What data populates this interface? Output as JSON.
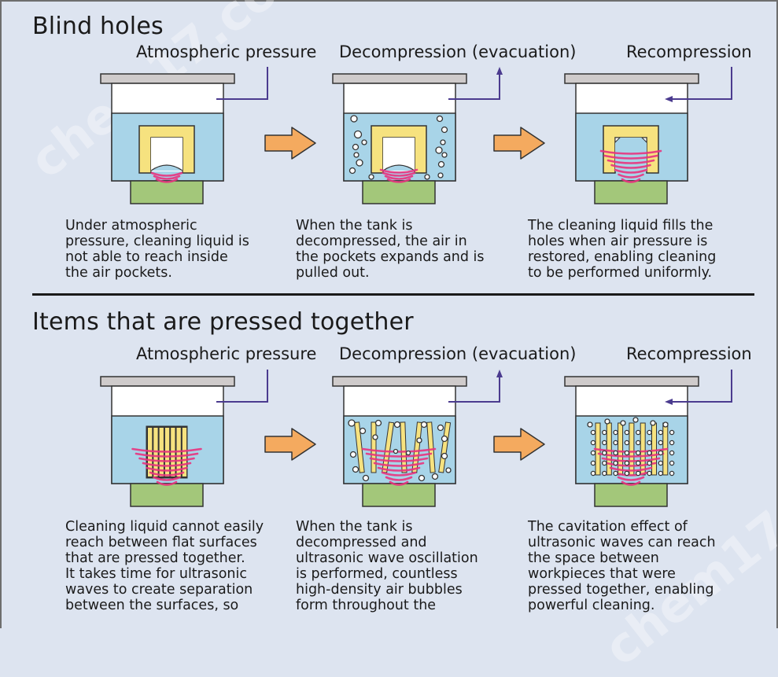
{
  "watermark": "chem17.com",
  "colors": {
    "background": "#dde4f0",
    "liquid": "#a8d4e8",
    "lid": "#cfcbcb",
    "base": "#a3c77a",
    "workpiece": "#f6e27f",
    "ultrasonic_wave": "#e8337e",
    "arrow": "#f4aa5f",
    "pressure_line": "#4b3b8f"
  },
  "sections": [
    {
      "title": "Blind holes",
      "stages": [
        {
          "label": "Atmospheric pressure",
          "flow": "none",
          "description": "Under atmospheric\npressure, cleaning liquid is\nnot able to reach inside\nthe air pockets."
        },
        {
          "label": "Decompression (evacuation)",
          "flow": "out",
          "description": "When the tank is\ndecompressed, the air in\nthe pockets expands and is\npulled out."
        },
        {
          "label": "Recompression",
          "flow": "in",
          "description": "The cleaning liquid fills the\nholes when air pressure is\nrestored, enabling cleaning\nto be performed uniformly."
        }
      ]
    },
    {
      "title": "Items that are pressed together",
      "stages": [
        {
          "label": "Atmospheric pressure",
          "flow": "none",
          "description": "Cleaning liquid cannot easily\nreach between flat surfaces\nthat are pressed together.\nIt takes time for ultrasonic\nwaves to create separation\nbetween the surfaces, so"
        },
        {
          "label": "Decompression (evacuation)",
          "flow": "out",
          "description": "When the tank is\ndecompressed and\nultrasonic wave oscillation\nis performed, countless\nhigh-density air bubbles\nform throughout the"
        },
        {
          "label": "Recompression",
          "flow": "in",
          "description": "The cavitation effect of\nultrasonic waves can reach\nthe space between\nworkpieces that were\npressed together, enabling\npowerful cleaning."
        }
      ]
    }
  ]
}
